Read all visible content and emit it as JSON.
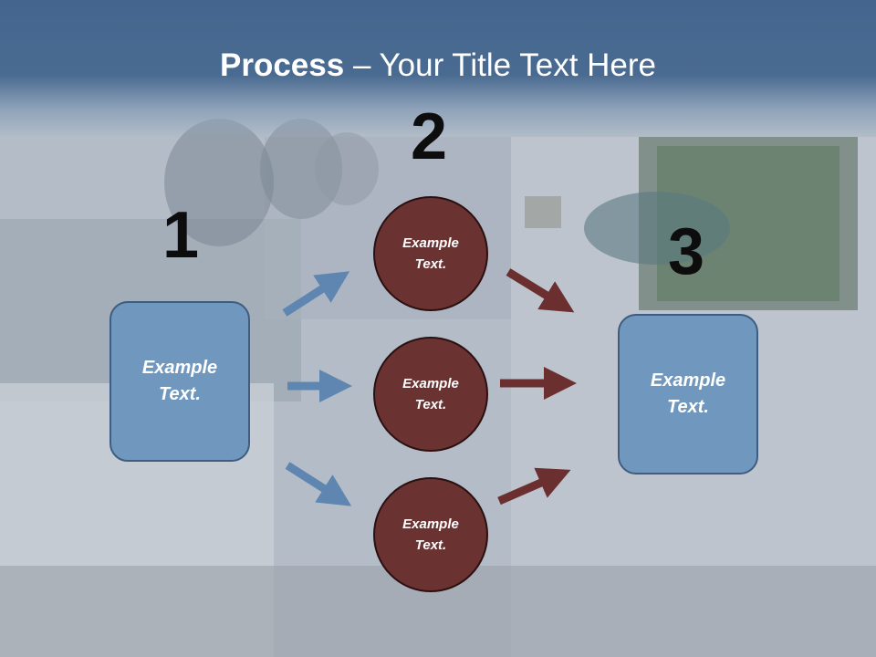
{
  "slide": {
    "title_bold": "Process",
    "title_rest": " – Your Title Text Here"
  },
  "steps": {
    "one": "1",
    "two": "2",
    "three": "3"
  },
  "nodes": {
    "left_box": "Example\nText.",
    "right_box": "Example\nText.",
    "circle_top": "Example\nText.",
    "circle_middle": "Example\nText.",
    "circle_bottom": "Example\nText."
  },
  "colors": {
    "title_bar": "#44668e",
    "box_fill": "#7097bd",
    "circle_fill": "#6b3232",
    "blue_arrow": "#5e86b0",
    "red_arrow": "#6b2f2f"
  }
}
